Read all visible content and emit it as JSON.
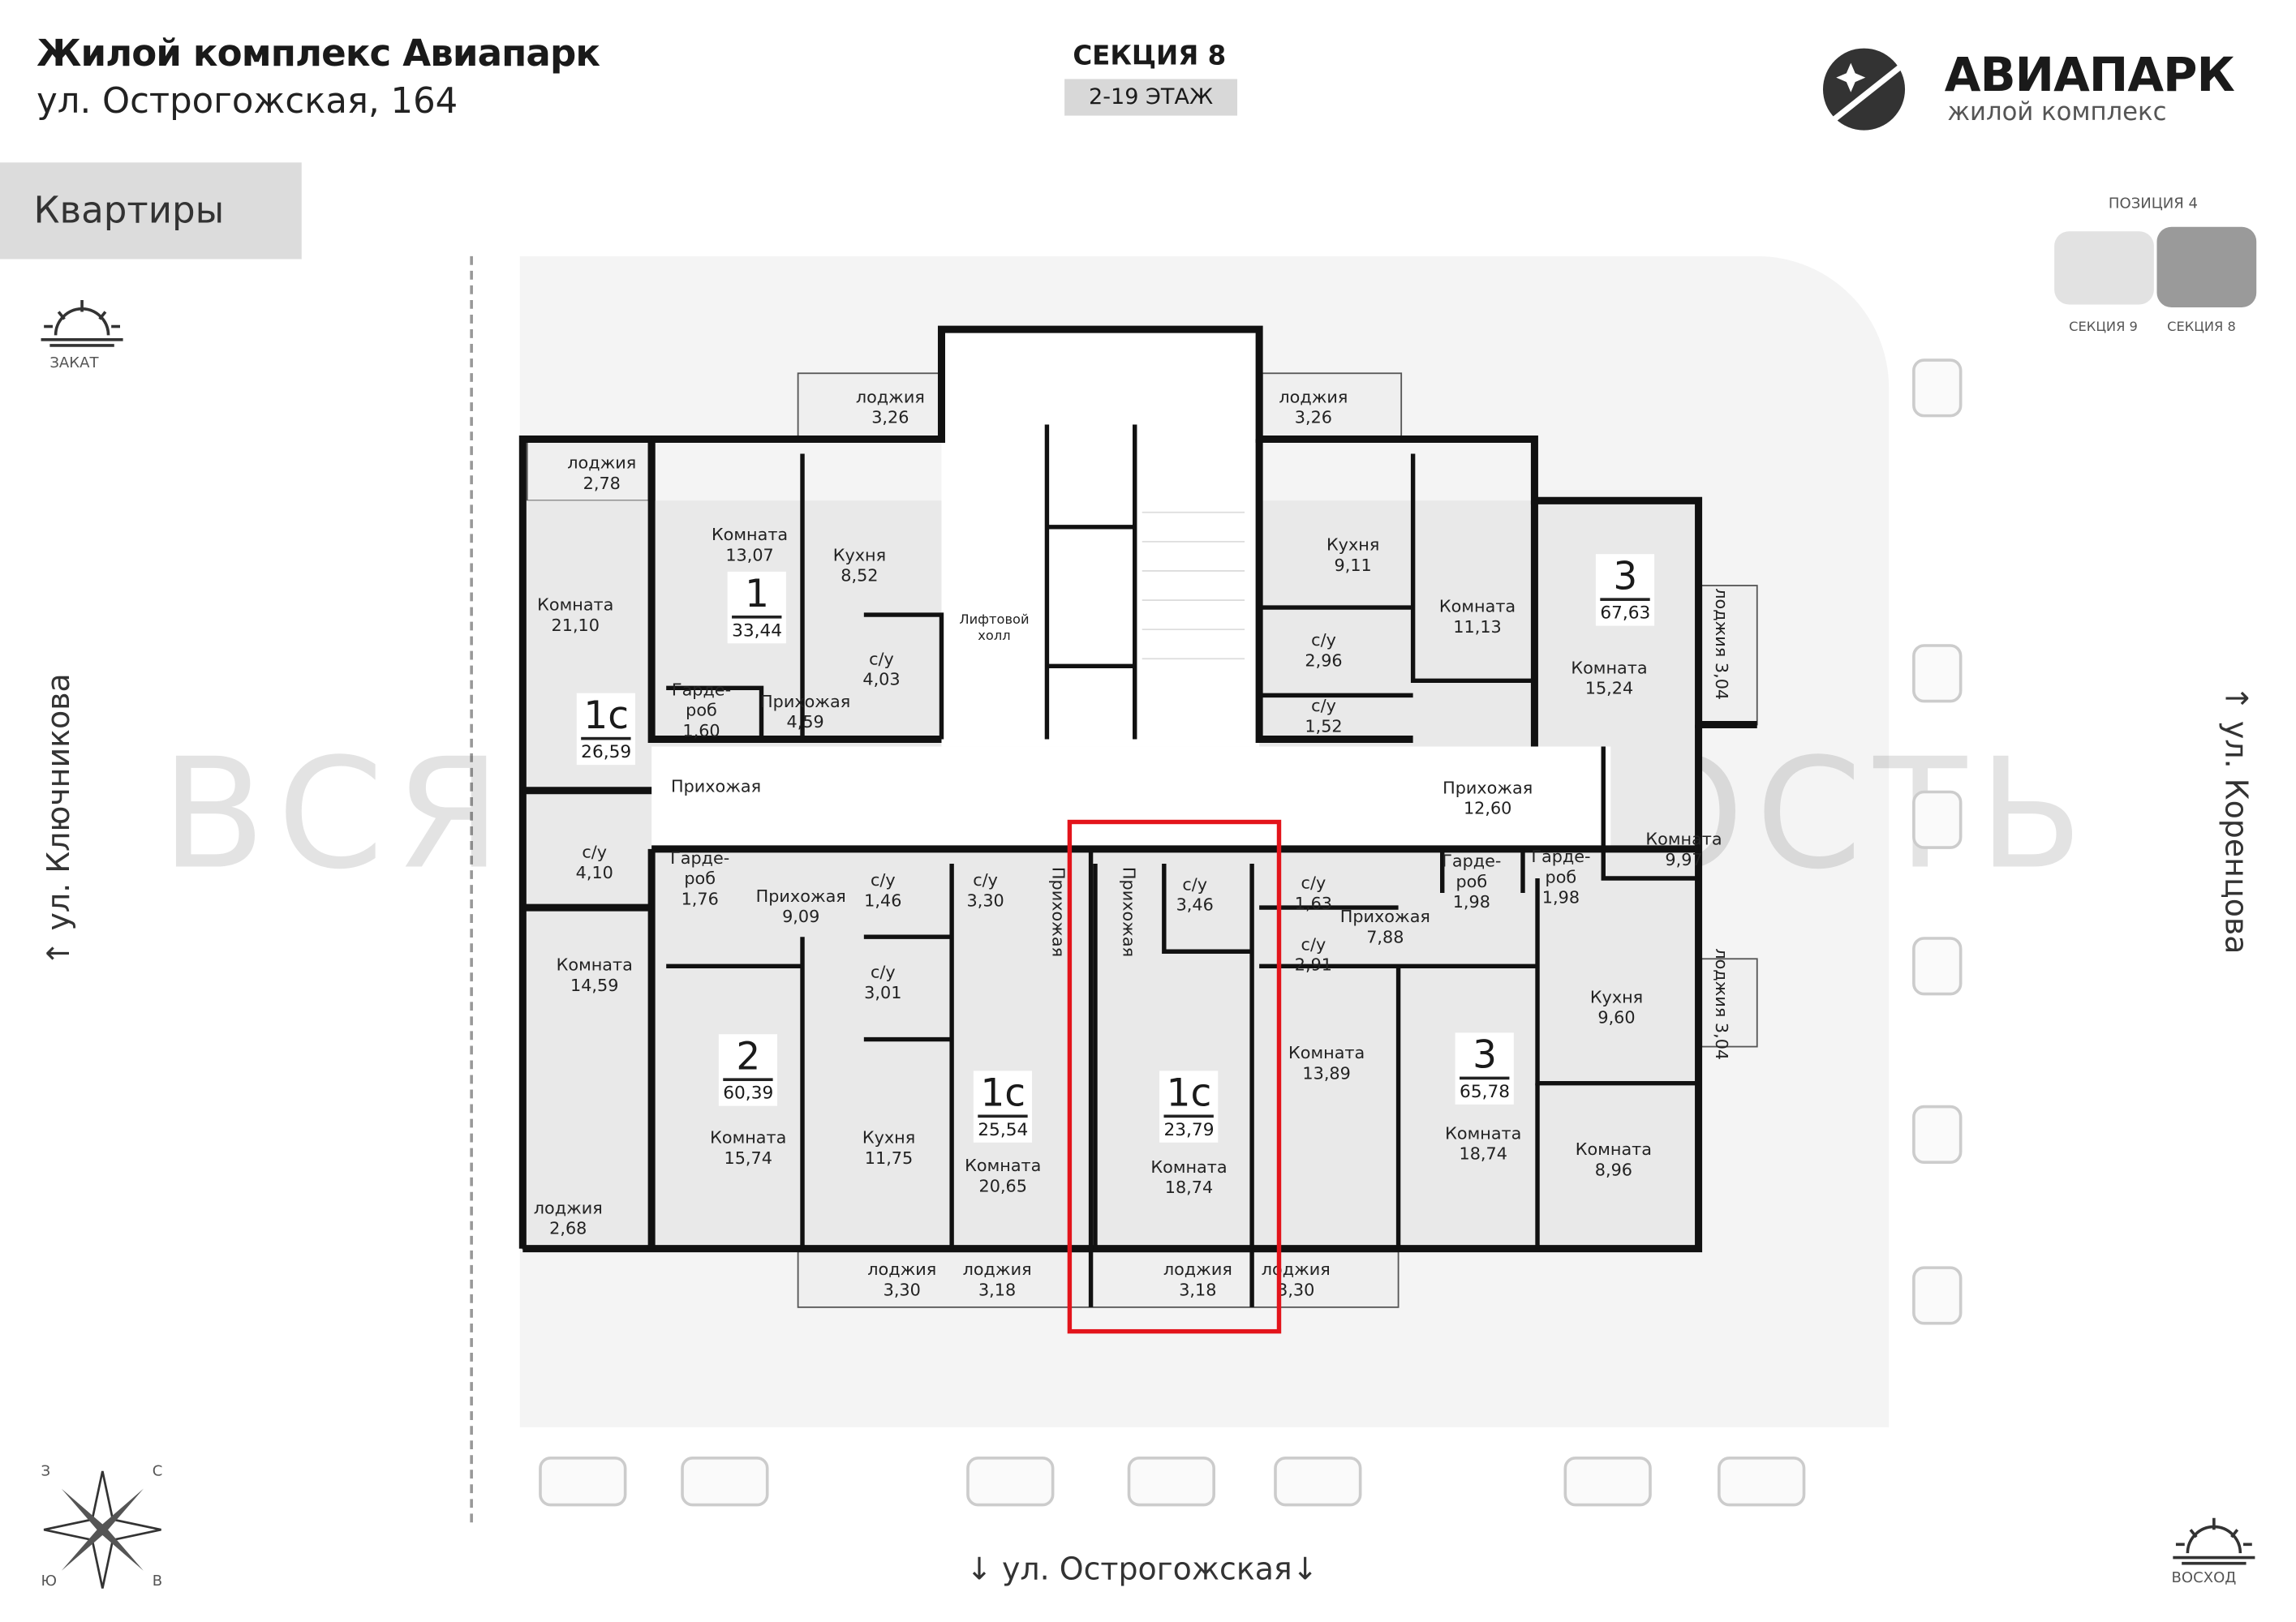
{
  "header": {
    "title": "Жилой комплекс Авиапарк",
    "address": "ул. Острогожская, 164",
    "section": "СЕКЦИЯ 8",
    "floors": "2-19 ЭТАЖ"
  },
  "logo": {
    "name": "АВИАПАРК",
    "subtitle": "жилой комплекс"
  },
  "tab": {
    "label": "Квартиры"
  },
  "minimap": {
    "position": "ПОЗИЦИЯ 4",
    "section_left": "СЕКЦИЯ 9",
    "section_right": "СЕКЦИЯ 8"
  },
  "orientation": {
    "sunset": "ЗАКАТ",
    "sunrise": "ВОСХОД",
    "compass": [
      "З",
      "С",
      "Ю",
      "В"
    ]
  },
  "streets": {
    "left": "ул. Ключникова",
    "right": "ул. Коренцова",
    "bottom": "ул. Острогожская"
  },
  "watermark": "ВСЯ НЕДВИЖИМОСТЬ",
  "apartments": [
    {
      "type": "1с",
      "area": "26,59"
    },
    {
      "type": "1",
      "area": "33,44"
    },
    {
      "type": "3",
      "area": "67,63"
    },
    {
      "type": "2",
      "area": "60,39"
    },
    {
      "type": "1с",
      "area": "25,54"
    },
    {
      "type": "1с",
      "area": "23,79",
      "highlighted": true
    },
    {
      "type": "3",
      "area": "65,78"
    }
  ],
  "highlight_color": "#e3141b",
  "rooms": [
    {
      "name": "лоджия",
      "area": "3,26"
    },
    {
      "name": "лоджия",
      "area": "3,26"
    },
    {
      "name": "лоджия",
      "area": "2,78"
    },
    {
      "name": "Комната",
      "area": "13,07"
    },
    {
      "name": "Кухня",
      "area": "8,52"
    },
    {
      "name": "Комната",
      "area": "21,10"
    },
    {
      "name": "Лифтовой",
      "area": "холл"
    },
    {
      "name": "с/у",
      "area": "4,03"
    },
    {
      "name": "Гарде-\nроб",
      "area": "1,60"
    },
    {
      "name": "Прихожая",
      "area": "4,59"
    },
    {
      "name": "Прихожая",
      "area": ""
    },
    {
      "name": "с/у",
      "area": "4,10"
    },
    {
      "name": "Гарде-\nроб",
      "area": "1,76"
    },
    {
      "name": "Прихожая",
      "area": "9,09"
    },
    {
      "name": "с/у",
      "area": "1,46"
    },
    {
      "name": "с/у",
      "area": "3,30"
    },
    {
      "name": "с/у",
      "area": "3,01"
    },
    {
      "name": "Комната",
      "area": "14,59"
    },
    {
      "name": "Комната",
      "area": "15,74"
    },
    {
      "name": "Кухня",
      "area": "11,75"
    },
    {
      "name": "Комната",
      "area": "20,65"
    },
    {
      "name": "лоджия",
      "area": "2,68"
    },
    {
      "name": "лоджия",
      "area": "3,30"
    },
    {
      "name": "лоджия",
      "area": "3,18"
    },
    {
      "name": "Прихожая",
      "area": ""
    },
    {
      "name": "Прихожая",
      "area": ""
    },
    {
      "name": "с/у",
      "area": "3,46"
    },
    {
      "name": "Комната",
      "area": "18,74"
    },
    {
      "name": "лоджия",
      "area": "3,18"
    },
    {
      "name": "лоджия",
      "area": "3,30"
    },
    {
      "name": "Кухня",
      "area": "9,11"
    },
    {
      "name": "с/у",
      "area": "2,96"
    },
    {
      "name": "с/у",
      "area": "1,52"
    },
    {
      "name": "Комната",
      "area": "11,13"
    },
    {
      "name": "Комната",
      "area": "15,24"
    },
    {
      "name": "лоджия",
      "area": "3,04"
    },
    {
      "name": "Прихожая",
      "area": "12,60"
    },
    {
      "name": "Комната",
      "area": "9,97"
    },
    {
      "name": "Гарде-\nроб",
      "area": "1,98"
    },
    {
      "name": "Гарде-\nроб",
      "area": "1,98"
    },
    {
      "name": "с/у",
      "area": "1,63"
    },
    {
      "name": "Прихожая",
      "area": "7,88"
    },
    {
      "name": "с/у",
      "area": "2,91"
    },
    {
      "name": "Кухня",
      "area": "9,60"
    },
    {
      "name": "лоджия",
      "area": "3,04"
    },
    {
      "name": "Комната",
      "area": "13,89"
    },
    {
      "name": "Комната",
      "area": "18,74"
    },
    {
      "name": "Комната",
      "area": "8,96"
    }
  ]
}
